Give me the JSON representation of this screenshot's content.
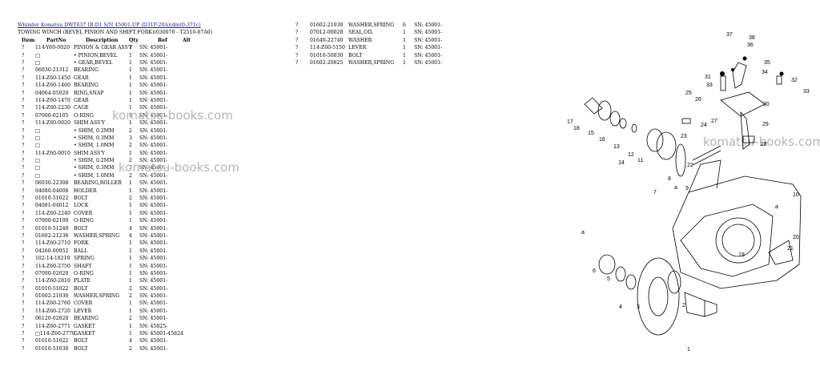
{
  "breadcrumb": "Whinder Komatsu DWT637 IB-D1 S/N 45001-UP (D31P-20A)(dmt0-371c)",
  "subtitle": "TOWING WINCH (BEVEL PINION AND SHIFT FORK)(030070 - T2510-07A0)",
  "table_headers": {
    "item": "Item",
    "part": "PartNo",
    "desc": "Description",
    "qty": "Qty",
    "ref": "Ref",
    "alt": "Alt"
  },
  "parts_left": [
    {
      "item": "?",
      "part": "114-Y60-0020",
      "desc": "PINION & GEAR ASS'Y",
      "qty": "1",
      "ref": "SN: 45001-"
    },
    {
      "item": "?",
      "part": "□",
      "desc": "• PINION,BEVEL",
      "qty": "1",
      "ref": "SN: 45001-"
    },
    {
      "item": "?",
      "part": "□",
      "desc": "• GEAR,BEVEL",
      "qty": "1",
      "ref": "SN: 45001-"
    },
    {
      "item": "?",
      "part": "06030-21312",
      "desc": "BEARING",
      "qty": "1",
      "ref": "SN: 45001-"
    },
    {
      "item": "?",
      "part": "114-Z60-1450",
      "desc": "GEAR",
      "qty": "1",
      "ref": "SN: 45001-"
    },
    {
      "item": "?",
      "part": "114-Z60-1460",
      "desc": "BEARING",
      "qty": "1",
      "ref": "SN: 45001-"
    },
    {
      "item": "?",
      "part": "04064-05020",
      "desc": "RING,SNAP",
      "qty": "1",
      "ref": "SN: 45001-"
    },
    {
      "item": "?",
      "part": "114-Z60-1470",
      "desc": "GEAR",
      "qty": "1",
      "ref": "SN: 45001-"
    },
    {
      "item": "?",
      "part": "114-Z60-2230",
      "desc": "CAGE",
      "qty": "1",
      "ref": "SN: 45001-"
    },
    {
      "item": "?",
      "part": "07000-02105",
      "desc": "O-RING",
      "qty": "1",
      "ref": "SN: 45001-"
    },
    {
      "item": "?",
      "part": "114-Z60-0020",
      "desc": "SHIM ASS'Y",
      "qty": "1",
      "ref": "SN: 45001-"
    },
    {
      "item": "?",
      "part": "□",
      "desc": "• SHIM, 0.2MM",
      "qty": "2",
      "ref": "SN: 45001-"
    },
    {
      "item": "?",
      "part": "□",
      "desc": "• SHIM, 0.3MM",
      "qty": "3",
      "ref": "SN: 45001-"
    },
    {
      "item": "?",
      "part": "□",
      "desc": "• SHIM, 1.0MM",
      "qty": "2",
      "ref": "SN: 45001-"
    },
    {
      "item": "?",
      "part": "114-Z60-0010",
      "desc": "SHIM ASS'Y",
      "qty": "1",
      "ref": "SN: 45001-"
    },
    {
      "item": "?",
      "part": "□",
      "desc": "• SHIM, 0.2MM",
      "qty": "2",
      "ref": "SN: 45001-"
    },
    {
      "item": "?",
      "part": "□",
      "desc": "• SHIM, 0.3MM",
      "qty": "3",
      "ref": "SN: 45001-"
    },
    {
      "item": "?",
      "part": "□",
      "desc": "• SHIM, 1.0MM",
      "qty": "2",
      "ref": "SN: 45001-"
    },
    {
      "item": "?",
      "part": "06030-22308",
      "desc": "BEARING,ROLLER",
      "qty": "1",
      "ref": "SN: 45001-"
    },
    {
      "item": "?",
      "part": "04080-04008",
      "desc": "HOLDER",
      "qty": "1",
      "ref": "SN: 45001-"
    },
    {
      "item": "?",
      "part": "01010-51022",
      "desc": "BOLT",
      "qty": "2",
      "ref": "SN: 45001-"
    },
    {
      "item": "?",
      "part": "04081-04012",
      "desc": "LOCK",
      "qty": "1",
      "ref": "SN: 45001-"
    },
    {
      "item": "?",
      "part": "114-Z60-2240",
      "desc": "COVER",
      "qty": "1",
      "ref": "SN: 45001-"
    },
    {
      "item": "?",
      "part": "07000-02100",
      "desc": "O-RING",
      "qty": "1",
      "ref": "SN: 45001-"
    },
    {
      "item": "?",
      "part": "01010-51240",
      "desc": "BOLT",
      "qty": "4",
      "ref": "SN: 45001-"
    },
    {
      "item": "?",
      "part": "01602-21236",
      "desc": "WASHER,SPRING",
      "qty": "4",
      "ref": "SN: 45001-"
    },
    {
      "item": "?",
      "part": "114-Z60-2710",
      "desc": "FORK",
      "qty": "1",
      "ref": "SN: 45001-"
    },
    {
      "item": "?",
      "part": "04260-00952",
      "desc": "BALL",
      "qty": "1",
      "ref": "SN: 45001-"
    },
    {
      "item": "?",
      "part": "102-14-18210",
      "desc": "SPRING",
      "qty": "1",
      "ref": "SN: 45001-"
    },
    {
      "item": "?",
      "part": "114-Z60-2750",
      "desc": "SHAFT",
      "qty": "1",
      "ref": "SN: 45001-"
    },
    {
      "item": "?",
      "part": "07000-02020",
      "desc": "O-RING",
      "qty": "1",
      "ref": "SN: 45001-"
    },
    {
      "item": "?",
      "part": "114-Z60-2810",
      "desc": "PLATE",
      "qty": "1",
      "ref": "SN: 45001-"
    },
    {
      "item": "?",
      "part": "01010-51022",
      "desc": "BOLT",
      "qty": "2",
      "ref": "SN: 45001-"
    },
    {
      "item": "?",
      "part": "01602-21030",
      "desc": "WASHER,SPRING",
      "qty": "2",
      "ref": "SN: 45001-"
    },
    {
      "item": "?",
      "part": "114-Z60-2760",
      "desc": "COVER",
      "qty": "1",
      "ref": "SN: 45001-"
    },
    {
      "item": "?",
      "part": "114-Z60-2720",
      "desc": "LEVER",
      "qty": "1",
      "ref": "SN: 45001-"
    },
    {
      "item": "?",
      "part": "06120-02820",
      "desc": "BEARING",
      "qty": "2",
      "ref": "SN: 45001-"
    },
    {
      "item": "?",
      "part": "114-Z60-2771",
      "desc": "GASKET",
      "qty": "1",
      "ref": "SN: 45825-"
    },
    {
      "item": "?",
      "part": "□114-Z60-2770",
      "desc": "GASKET",
      "qty": "1",
      "ref": "SN: 45001-45824"
    },
    {
      "item": "?",
      "part": "01010-51022",
      "desc": "BOLT",
      "qty": "4",
      "ref": "SN: 45001-"
    },
    {
      "item": "?",
      "part": "01010-51030",
      "desc": "BOLT",
      "qty": "2",
      "ref": "SN: 45001-"
    }
  ],
  "parts_right": [
    {
      "item": "?",
      "part": "01602-21030",
      "desc": "WASHER,SPRING",
      "qty": "6",
      "ref": "SN: 45001-"
    },
    {
      "item": "?",
      "part": "07012-00028",
      "desc": "SEAL,OIL",
      "qty": "1",
      "ref": "SN: 45001-"
    },
    {
      "item": "?",
      "part": "01640-22740",
      "desc": "WASHER",
      "qty": "1",
      "ref": "SN: 45001-"
    },
    {
      "item": "?",
      "part": "114-Z60-5150",
      "desc": "LEVER",
      "qty": "1",
      "ref": "SN: 45001-"
    },
    {
      "item": "?",
      "part": "01010-50830",
      "desc": "BOLT",
      "qty": "1",
      "ref": "SN: 45001-"
    },
    {
      "item": "?",
      "part": "01602-20825",
      "desc": "WASHER,SPRING",
      "qty": "1",
      "ref": "SN: 45001-"
    }
  ],
  "watermarks": [
    "komatsu-books.com",
    "komatsu-books.com",
    "komatsu-books.com"
  ],
  "diagram_callouts": [
    "1",
    "2",
    "3",
    "4",
    "5",
    "6",
    "7",
    "8",
    "9",
    "10",
    "11",
    "12",
    "13",
    "14",
    "15",
    "16",
    "17",
    "18",
    "19",
    "20",
    "21",
    "22",
    "23",
    "24",
    "25",
    "26",
    "27",
    "28",
    "29",
    "30",
    "31",
    "32",
    "33",
    "33",
    "34",
    "35",
    "36",
    "37",
    "38",
    "a",
    "a",
    "a"
  ]
}
